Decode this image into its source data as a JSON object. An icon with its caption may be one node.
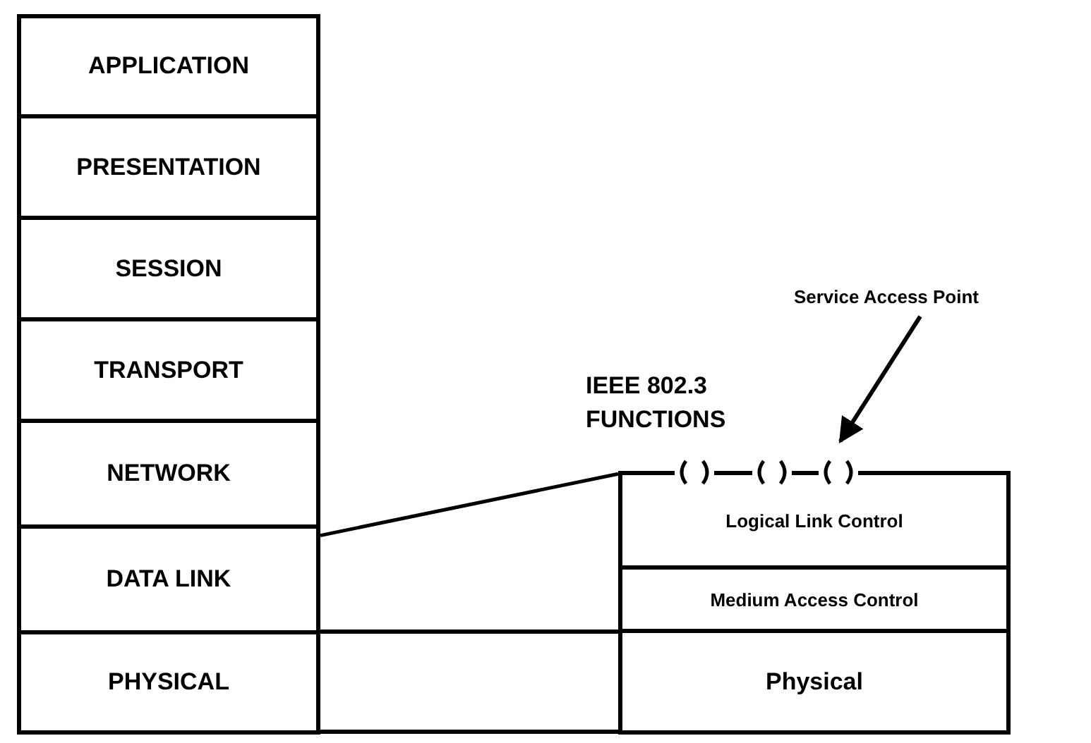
{
  "diagram": {
    "nodes": [
      {
        "text": [
          "APPLICATION"
        ]
      },
      {
        "text": [
          "PRESENTATION"
        ]
      },
      {
        "text": [
          "SESSION"
        ]
      },
      {
        "text": [
          "TRANSPORT"
        ]
      },
      {
        "text": [
          "NETWORK"
        ]
      },
      {
        "text": [
          "DATA LINK"
        ]
      },
      {
        "text": [
          "PHYSICAL"
        ]
      },
      {
        "text": [
          "Logical Link Control"
        ]
      },
      {
        "text": [
          "Medium Access Control"
        ]
      },
      {
        "text": [
          "Physical"
        ]
      },
      {
        "text": [],
        "shape": "circle"
      },
      {
        "text": [],
        "shape": "circle"
      },
      {
        "text": [],
        "shape": "circle"
      },
      {
        "text": [
          "Service Access Point"
        ]
      }
    ],
    "edges": [
      {
        "from": 5,
        "to": 7,
        "arrow": "none"
      },
      {
        "from": 13,
        "to": 12,
        "arrow": "to"
      }
    ],
    "labels": [
      "IEEE 802.3 FUNCTIONS"
    ]
  }
}
